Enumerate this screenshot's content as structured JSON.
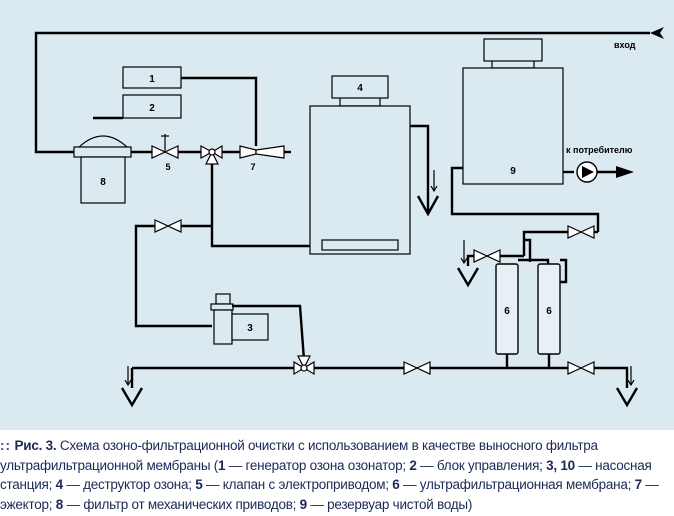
{
  "diagram": {
    "labels": {
      "inlet": "вход",
      "consumer": "к потребителю",
      "n1": "1",
      "n2": "2",
      "n3": "3",
      "n4": "4",
      "n5": "5",
      "n6a": "6",
      "n6b": "6",
      "n7": "7",
      "n8": "8",
      "n9": "9"
    },
    "colors": {
      "background": "#dbe9f1",
      "line": "#000000",
      "caption_text": "#1a2a55",
      "caption_bullet": "#2a4fa0"
    }
  },
  "caption": {
    "bullet": "::",
    "figure_label": "Рис. 3.",
    "title": "Схема озоно-фильтрационной очистки с использованием в качестве выносного фильтра ультрафильтрационной мембраны",
    "legend": [
      {
        "num": "1",
        "text": "генератор озона озонатор;"
      },
      {
        "num": "2",
        "text": "блок управления;"
      },
      {
        "num": "3, 10",
        "text": "насосная станция;"
      },
      {
        "num": "4",
        "text": "деструктор озона;"
      },
      {
        "num": "5",
        "text": "клапан с электроприводом;"
      },
      {
        "num": "6",
        "text": "ультрафильтрационная мембрана;"
      },
      {
        "num": "7",
        "text": "эжектор;"
      },
      {
        "num": "8",
        "text": "фильтр от механических приводов;"
      },
      {
        "num": "9",
        "text": "резервуар чистой воды)"
      }
    ]
  }
}
